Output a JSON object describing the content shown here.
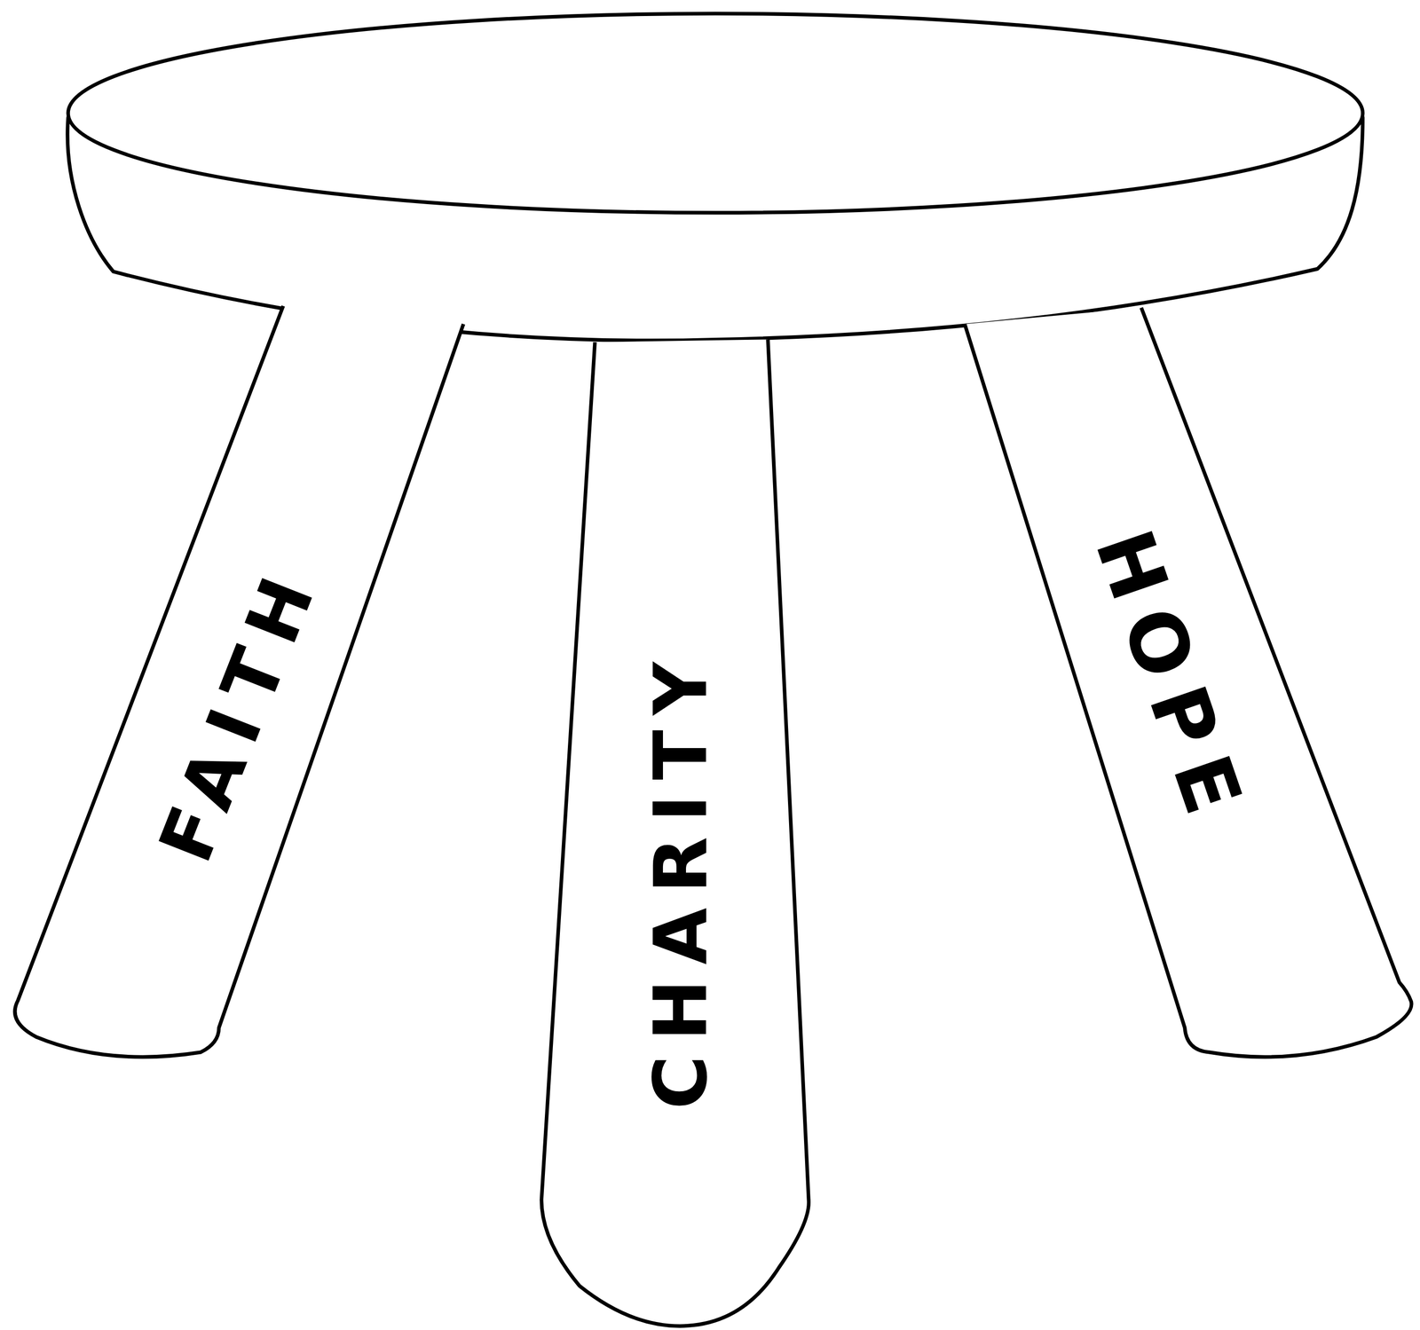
{
  "diagram": {
    "nodes": [
      {
        "text": [
          "FAITH"
        ]
      },
      {
        "text": [
          "CHARITY"
        ]
      },
      {
        "text": [
          "HOPE"
        ]
      }
    ]
  }
}
